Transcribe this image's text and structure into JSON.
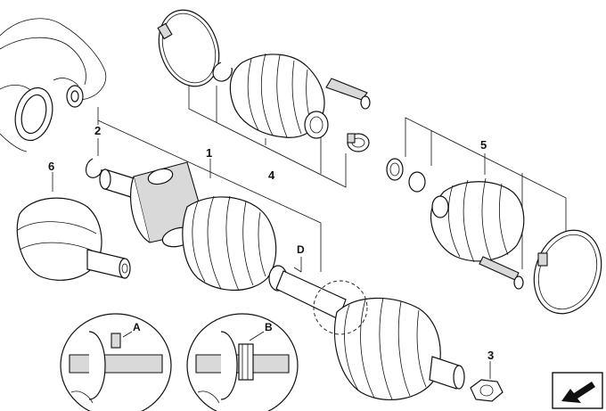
{
  "callouts": {
    "p1": "1",
    "p2": "2",
    "p3": "3",
    "p4": "4",
    "p5": "5",
    "p6": "6"
  },
  "details": {
    "a": "A",
    "b": "B",
    "d": "D"
  },
  "icons": {
    "nav": "arrow-icon"
  },
  "colors": {
    "line": "#111111",
    "shade": "#d9d9d9"
  }
}
